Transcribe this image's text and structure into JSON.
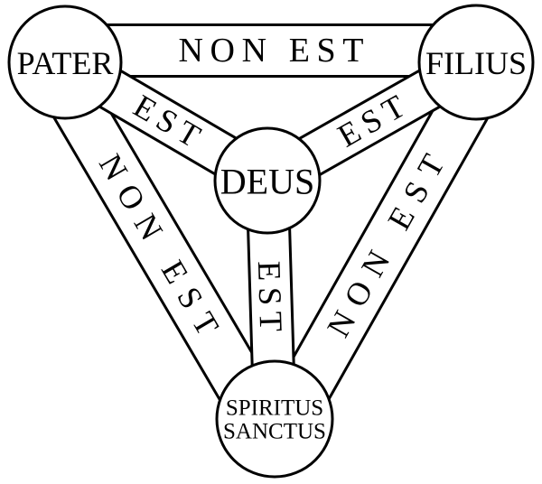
{
  "diagram": {
    "nodes": {
      "pater": {
        "label": "PATER"
      },
      "filius": {
        "label": "FILIUS"
      },
      "deus": {
        "label": "DEUS"
      },
      "spiritus_sanctus": {
        "label_line1": "SPIRITUS",
        "label_line2": "SANCTUS"
      }
    },
    "edges": {
      "pater_filius": {
        "label": "NON EST"
      },
      "pater_spiritus": {
        "label": "NON EST"
      },
      "filius_spiritus": {
        "label": "NON EST"
      },
      "pater_deus": {
        "label": "EST"
      },
      "filius_deus": {
        "label": "EST"
      },
      "spiritus_deus": {
        "label": "EST"
      }
    },
    "colors": {
      "stroke": "#000000",
      "fill": "#ffffff",
      "text": "#000000",
      "background": "#ffffff"
    }
  }
}
